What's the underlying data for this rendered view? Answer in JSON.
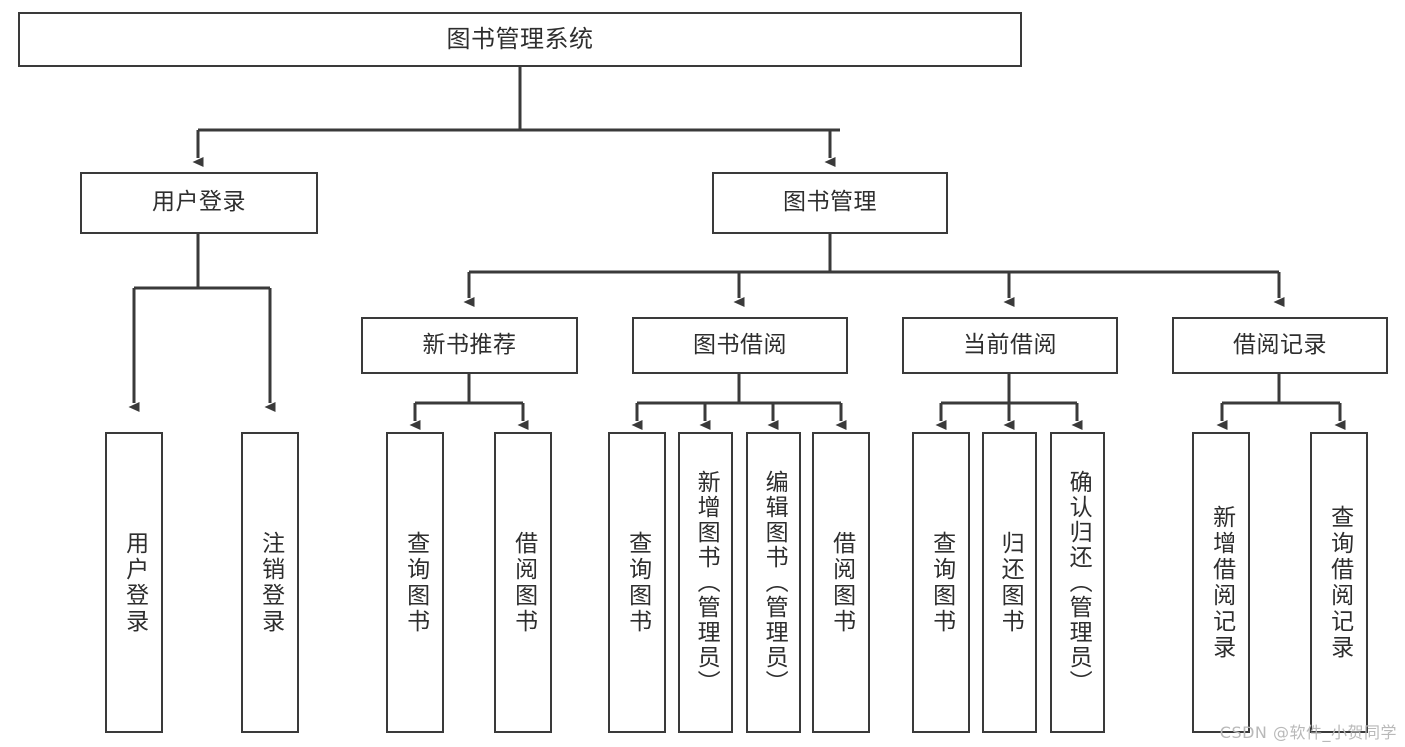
{
  "diagram": {
    "title": "图书管理系统",
    "type": "tree-hierarchy",
    "root": {
      "label": "图书管理系统"
    },
    "level2": [
      {
        "label": "用户登录"
      },
      {
        "label": "图书管理"
      }
    ],
    "level3": [
      {
        "label": "新书推荐"
      },
      {
        "label": "图书借阅"
      },
      {
        "label": "当前借阅"
      },
      {
        "label": "借阅记录"
      }
    ],
    "leaves": {
      "user_login": [
        {
          "label": "用户登录"
        },
        {
          "label": "注销登录"
        }
      ],
      "new_book_recommend": [
        {
          "label": "查询图书"
        },
        {
          "label": "借阅图书"
        }
      ],
      "book_borrow": [
        {
          "label": "查询图书"
        },
        {
          "label": "新增图书（管理员）"
        },
        {
          "label": "编辑图书（管理员）"
        },
        {
          "label": "借阅图书"
        }
      ],
      "current_borrow": [
        {
          "label": "查询图书"
        },
        {
          "label": "归还图书"
        },
        {
          "label": "确认归还（管理员）"
        }
      ],
      "borrow_record": [
        {
          "label": "新增借阅记录"
        },
        {
          "label": "查询借阅记录"
        }
      ]
    }
  },
  "watermark": {
    "text": "CSDN @软件_小贺同学"
  },
  "colors": {
    "border": "#3a3a3a",
    "text": "#2e2e2e",
    "background": "#ffffff",
    "watermark": "#b9b9b9"
  }
}
